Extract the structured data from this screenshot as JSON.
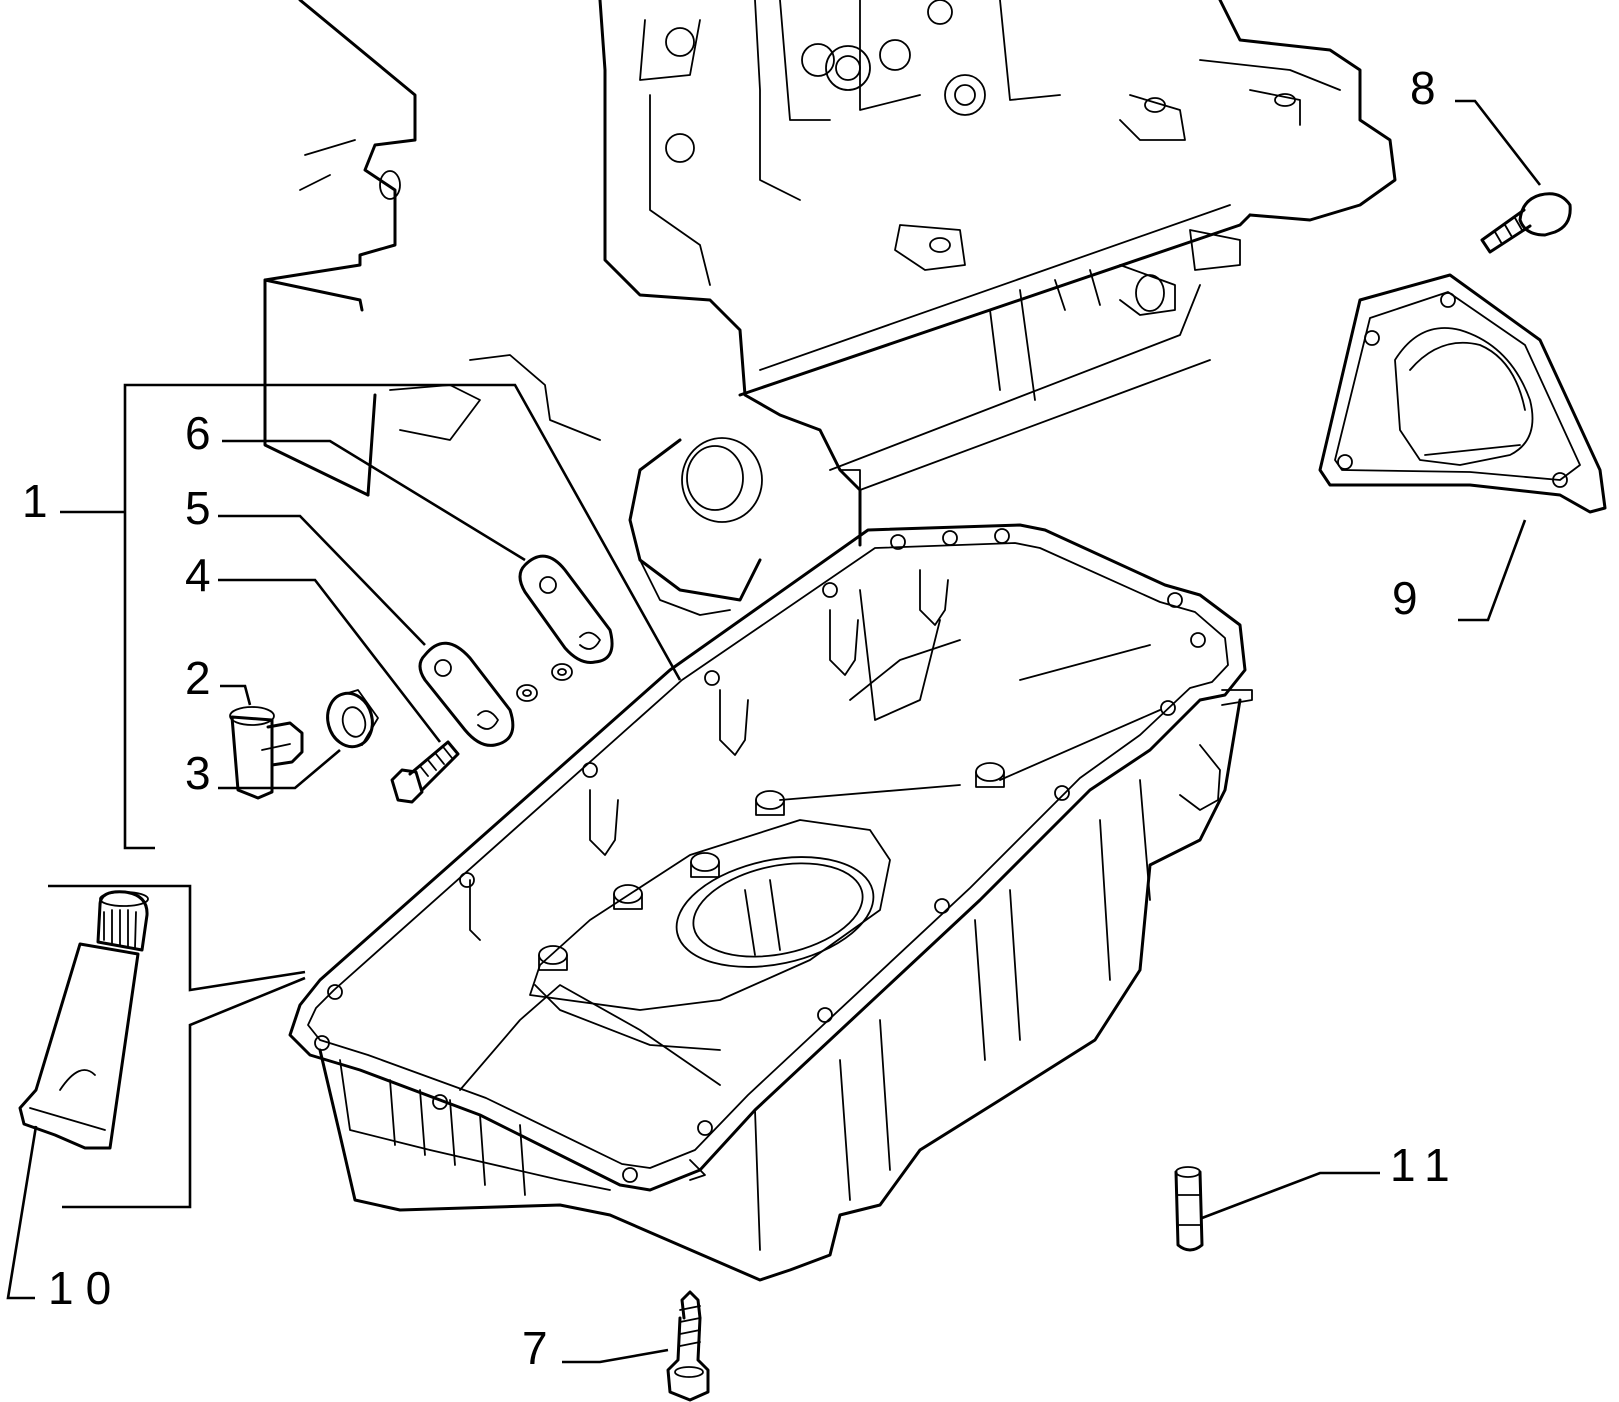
{
  "callouts": {
    "c1": "1",
    "c2": "2",
    "c3": "3",
    "c4": "4",
    "c5": "5",
    "c6": "6",
    "c7": "7",
    "c8": "8",
    "c9": "9",
    "c10": "10",
    "c11": "11"
  },
  "colors": {
    "line": "#000000",
    "background": "#ffffff"
  }
}
